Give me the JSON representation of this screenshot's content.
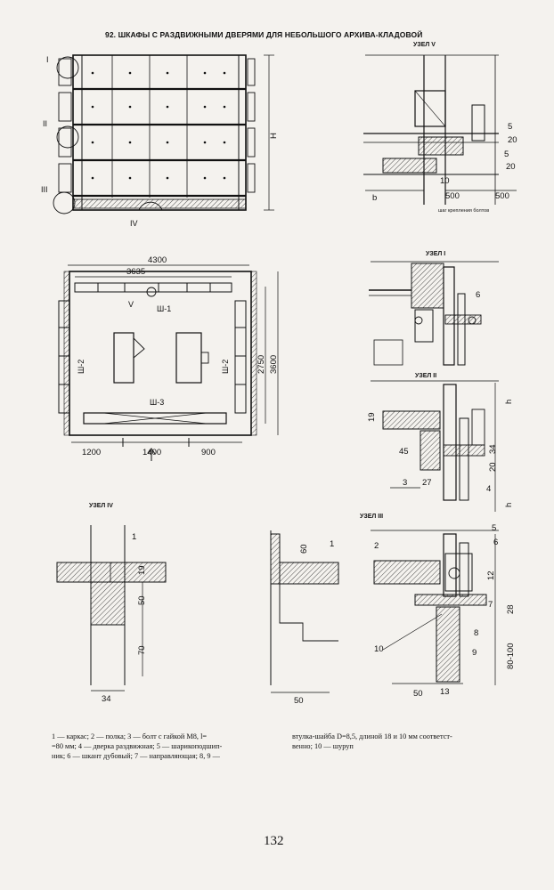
{
  "title": "92. ШКАФЫ С РАЗДВИЖНЫМИ ДВЕРЯМИ ДЛЯ НЕБОЛЬШОГО АРХИВА-КЛАДОВОЙ",
  "page_number": "132",
  "elevation": {
    "node_marks": [
      "I",
      "II",
      "III",
      "IV"
    ],
    "height_label": "H"
  },
  "plan": {
    "dims": [
      "4300",
      "3635",
      "2750",
      "3600",
      "1200",
      "1400",
      "900"
    ],
    "sections": [
      "Ш-1",
      "Ш-2",
      "Ш-2",
      "Ш-3"
    ],
    "node_mark": "V"
  },
  "node_v": {
    "title": "УЗЕЛ V",
    "dims": [
      "b",
      "500",
      "500",
      "10",
      "5",
      "20",
      "20",
      "5"
    ],
    "caption": "шаг крепления болтов"
  },
  "node_i": {
    "title": "УЗЕЛ I",
    "dims": [
      "6"
    ]
  },
  "node_ii": {
    "title": "УЗЕЛ II",
    "dims": [
      "19",
      "45",
      "3",
      "27",
      "4",
      "34",
      "20",
      "h",
      "h"
    ]
  },
  "node_iii": {
    "title": "УЗЕЛ III",
    "dims": [
      "2",
      "5",
      "6",
      "12",
      "7",
      "8",
      "9",
      "10",
      "28",
      "80-100",
      "50",
      "13"
    ]
  },
  "node_iv": {
    "title": "УЗЕЛ IV",
    "dims": [
      "1",
      "19",
      "50",
      "70",
      "34"
    ]
  },
  "node_iv_alt": {
    "dims": [
      "60",
      "1",
      "50"
    ]
  },
  "legend_left": [
    "1 — каркас; 2 — полка; 3 — болт с гайкой М8, l=",
    "=80 мм; 4 — дверка раздвижная; 5 — шарикоподшип-",
    "ник; 6 — шкант дубовый; 7 — направляющая; 8, 9 —"
  ],
  "legend_right": [
    "втулка-шайба D=8,5, длиной 18 и 10 мм соответст-",
    "венно; 10 — шуруп"
  ]
}
